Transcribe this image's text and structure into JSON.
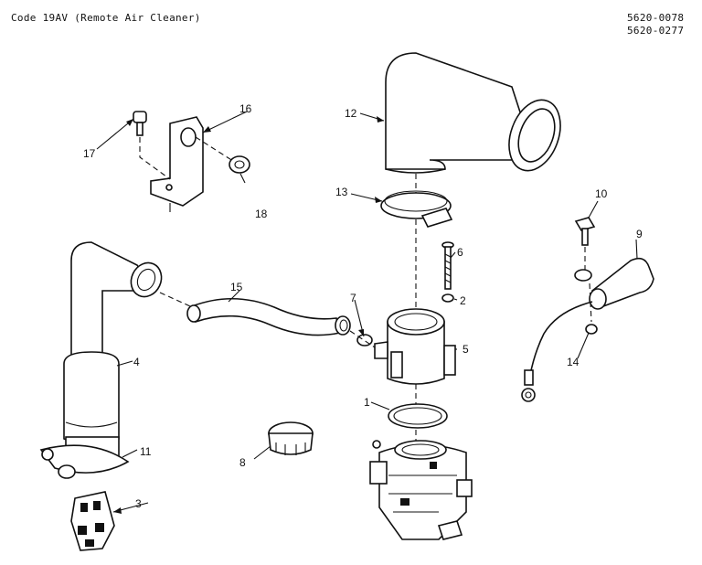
{
  "header": {
    "title": "Code 19AV (Remote Air Cleaner)",
    "part_number_1": "5620-0078",
    "part_number_2": "5620-0277"
  },
  "callouts": {
    "c1": "1",
    "c2": "2",
    "c3": "3",
    "c4": "4",
    "c5": "5",
    "c6": "6",
    "c7": "7",
    "c8": "8",
    "c9": "9",
    "c10": "10",
    "c11": "11",
    "c12": "12",
    "c13": "13",
    "c14": "14",
    "c15": "15",
    "c16": "16",
    "c17": "17",
    "c18": "18"
  }
}
